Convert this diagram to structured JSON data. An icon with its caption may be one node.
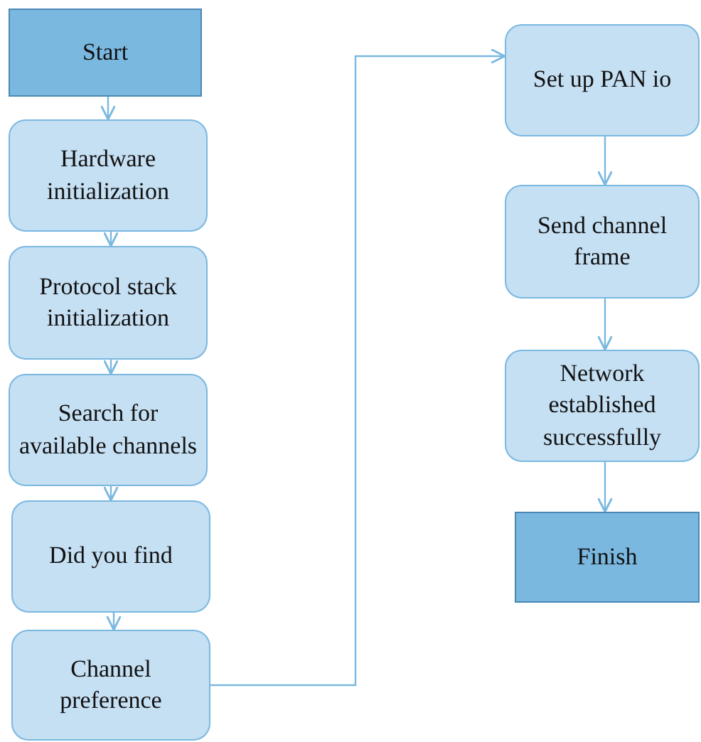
{
  "diagram": {
    "nodes": [
      {
        "text": [
          "Start"
        ]
      },
      {
        "text": [
          "Hardware initialization"
        ]
      },
      {
        "text": [
          "Protocol stack initialization"
        ]
      },
      {
        "text": [
          "Search for available channels"
        ]
      },
      {
        "text": [
          "Did you find"
        ]
      },
      {
        "text": [
          "Channel preference"
        ]
      },
      {
        "text": [
          "Set up PAN io"
        ]
      },
      {
        "text": [
          "Send channel frame"
        ]
      },
      {
        "text": [
          "Network established successfully"
        ]
      },
      {
        "text": [
          "Finish"
        ]
      }
    ],
    "edges": [
      {
        "from": 0,
        "to": 1,
        "arrow": "to"
      },
      {
        "from": 1,
        "to": 2,
        "arrow": "to"
      },
      {
        "from": 2,
        "to": 3,
        "arrow": "to"
      },
      {
        "from": 3,
        "to": 4,
        "arrow": "to"
      },
      {
        "from": 4,
        "to": 5,
        "arrow": "to"
      },
      {
        "from": 5,
        "to": 6,
        "arrow": "to"
      },
      {
        "from": 6,
        "to": 7,
        "arrow": "to"
      },
      {
        "from": 7,
        "to": 8,
        "arrow": "to"
      },
      {
        "from": 8,
        "to": 9,
        "arrow": "to"
      }
    ]
  }
}
